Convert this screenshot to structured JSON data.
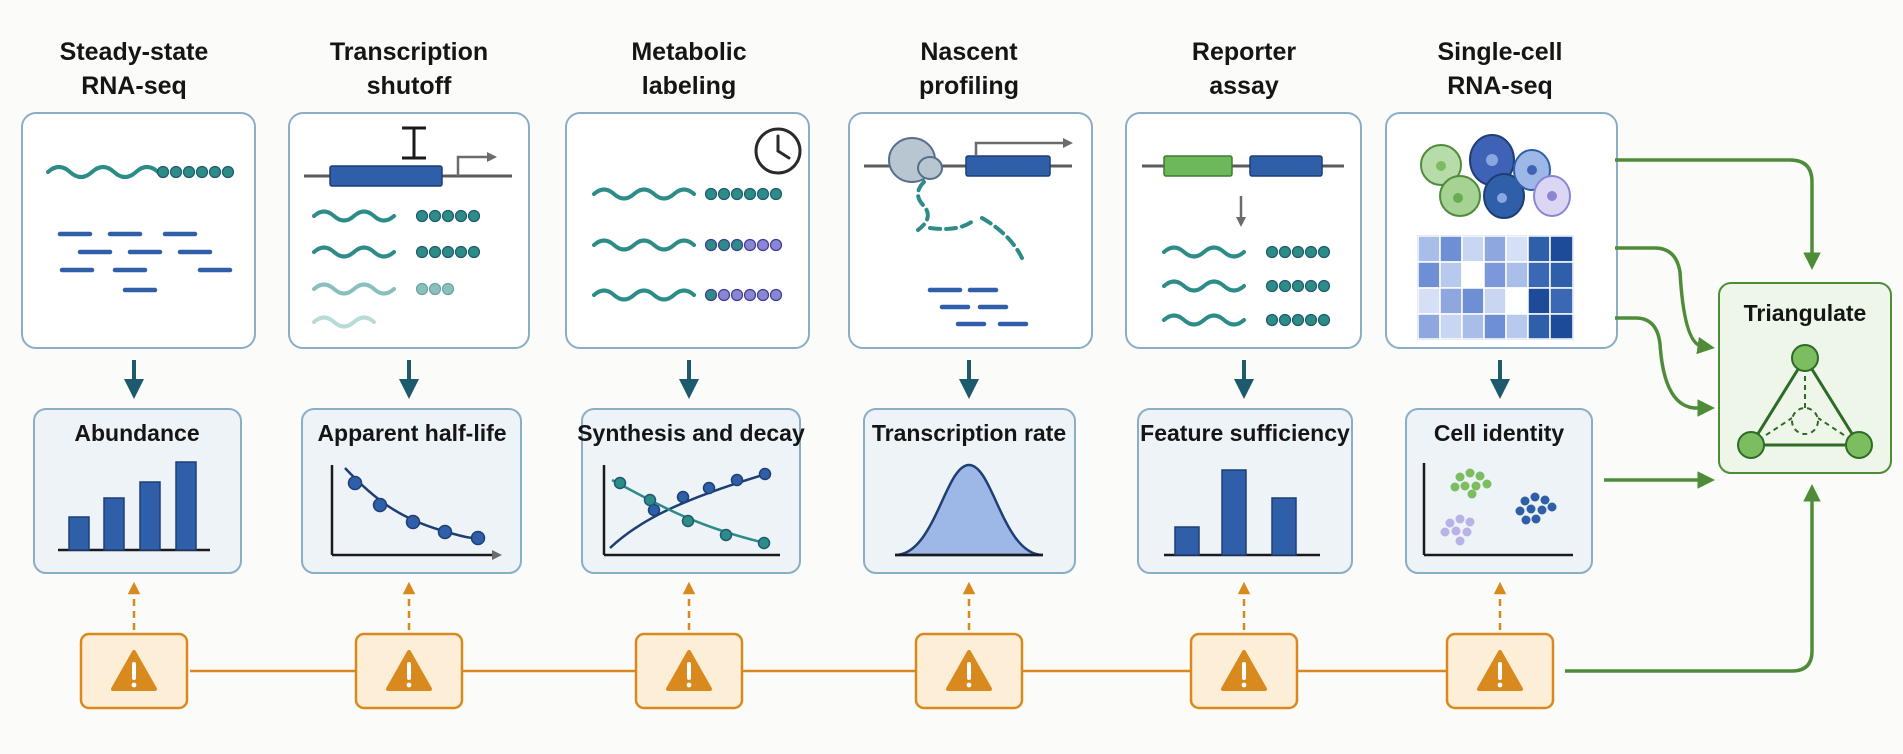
{
  "methods": [
    {
      "title_line1": "Steady-state",
      "title_line2": "RNA-seq",
      "output": "Abundance"
    },
    {
      "title_line1": "Transcription",
      "title_line2": "shutoff",
      "output": "Apparent half-life"
    },
    {
      "title_line1": "Metabolic",
      "title_line2": "labeling",
      "output": "Synthesis and decay"
    },
    {
      "title_line1": "Nascent",
      "title_line2": "profiling",
      "output": "Transcription rate"
    },
    {
      "title_line1": "Reporter",
      "title_line2": "assay",
      "output": "Feature sufficiency"
    },
    {
      "title_line1": "Single-cell",
      "title_line2": "RNA-seq",
      "output": "Cell identity"
    }
  ],
  "triangulate": {
    "label": "Triangulate"
  },
  "icons": {
    "warning": "warning-icon",
    "clock": "clock-icon",
    "promoter_arrow": "promoter-arrow-icon",
    "inhibitor": "inhibitor-icon",
    "polymerase": "polymerase-icon",
    "cells": "cells-icon",
    "heatmap": "heatmap-icon"
  },
  "colors": {
    "panel_border": "#8aaec6",
    "panel_fill": "#ffffff",
    "output_fill": "#eef3f8",
    "dark_arrow": "#1e5a6e",
    "warning_orange": "#d98a1f",
    "warning_fill": "#fdeed8",
    "teal": "#2d8c88",
    "blue": "#2f5fa8",
    "purple": "#8a86d6",
    "green_arrow": "#4e8c3a",
    "tri_fill": "#eef6e9",
    "tri_node": "#7bbd5f"
  }
}
